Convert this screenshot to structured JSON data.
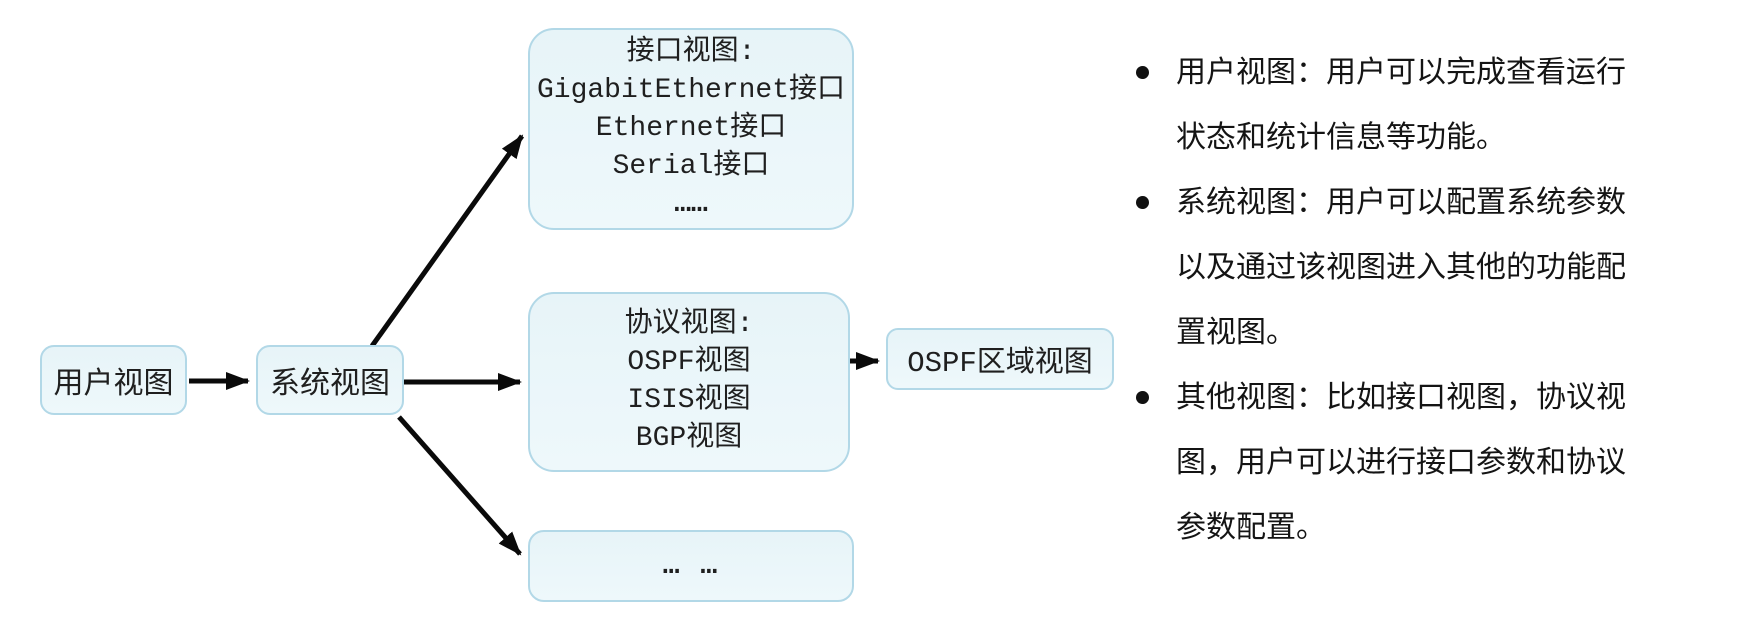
{
  "diagram": {
    "nodes": {
      "user_view": {
        "label": "用户视图"
      },
      "system_view": {
        "label": "系统视图"
      },
      "interface_view": {
        "lines": [
          "接口视图:",
          "GigabitEthernet接口",
          "Ethernet接口",
          "Serial接口",
          "……"
        ]
      },
      "protocol_view": {
        "lines": [
          "协议视图:",
          "OSPF视图",
          "ISIS视图",
          "BGP视图"
        ]
      },
      "other_views": {
        "label": "… …"
      },
      "ospf_area_view": {
        "label": "OSPF区域视图"
      }
    },
    "edges": [
      {
        "from": "user_view",
        "to": "system_view"
      },
      {
        "from": "system_view",
        "to": "interface_view"
      },
      {
        "from": "system_view",
        "to": "protocol_view"
      },
      {
        "from": "system_view",
        "to": "other_views"
      },
      {
        "from": "protocol_view.OSPF视图",
        "to": "ospf_area_view"
      }
    ],
    "colors": {
      "node_fill": "#eaf5f9",
      "node_border": "#b2d8e7",
      "arrow": "#0a0a0a",
      "text": "#1f1f1f",
      "background": "#ffffff"
    }
  },
  "notes": {
    "items": [
      {
        "text": "用户视图：用户可以完成查看运行状态和统计信息等功能。"
      },
      {
        "text": "系统视图：用户可以配置系统参数以及通过该视图进入其他的功能配置视图。"
      },
      {
        "text": "其他视图：比如接口视图，协议视图，用户可以进行接口参数和协议参数配置。"
      }
    ]
  }
}
